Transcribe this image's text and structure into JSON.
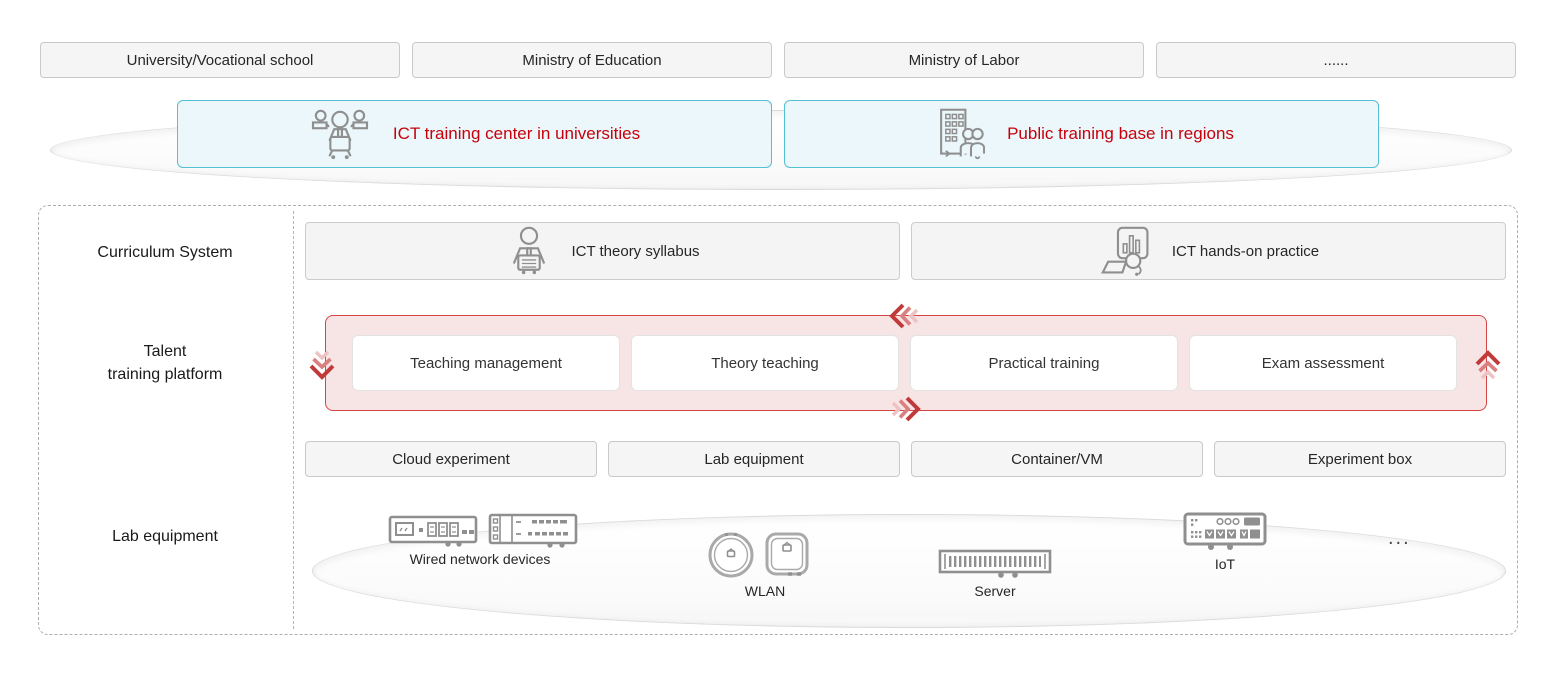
{
  "colors": {
    "accent_red": "#C7000B",
    "cycle_border_red": "#D64545",
    "cycle_bg_pink": "#F7E5E5",
    "entry_border_teal": "#55BFD3",
    "entry_bg_teal": "#EBF7FA",
    "box_bg_gray": "#F5F5F5",
    "box_border_gray": "#C9C9C9",
    "icon_gray": "#8F8F8F"
  },
  "stakeholders": {
    "items": [
      {
        "label": "University/Vocational school"
      },
      {
        "label": "Ministry of Education"
      },
      {
        "label": "Ministry of Labor"
      },
      {
        "label": "......"
      }
    ]
  },
  "training_entries": {
    "items": [
      {
        "label": "ICT training center in universities",
        "icon": "trainer-group-icon"
      },
      {
        "label": "Public training base in regions",
        "icon": "building-people-icon"
      }
    ]
  },
  "curriculum": {
    "row_label": "Curriculum System",
    "items": [
      {
        "label": "ICT theory syllabus",
        "icon": "lecturer-icon"
      },
      {
        "label": "ICT hands-on practice",
        "icon": "chart-practice-icon"
      }
    ]
  },
  "talent_platform": {
    "row_label_line1": "Talent",
    "row_label_line2": "training platform",
    "items": [
      {
        "label": "Teaching management"
      },
      {
        "label": "Theory teaching"
      },
      {
        "label": "Practical training"
      },
      {
        "label": "Exam assessment"
      }
    ]
  },
  "infrastructure": {
    "items": [
      {
        "label": "Cloud experiment"
      },
      {
        "label": "Lab equipment"
      },
      {
        "label": "Container/VM"
      },
      {
        "label": "Experiment box"
      }
    ]
  },
  "lab_equipment": {
    "row_label": "Lab equipment",
    "devices": [
      {
        "label": "Wired network devices",
        "icon": "router-switch-icons"
      },
      {
        "label": "WLAN",
        "icon": "access-point-icons"
      },
      {
        "label": "Server",
        "icon": "server-icon"
      },
      {
        "label": "IoT",
        "icon": "iot-gateway-icon"
      },
      {
        "label": "...",
        "icon": "ellipsis"
      }
    ]
  }
}
